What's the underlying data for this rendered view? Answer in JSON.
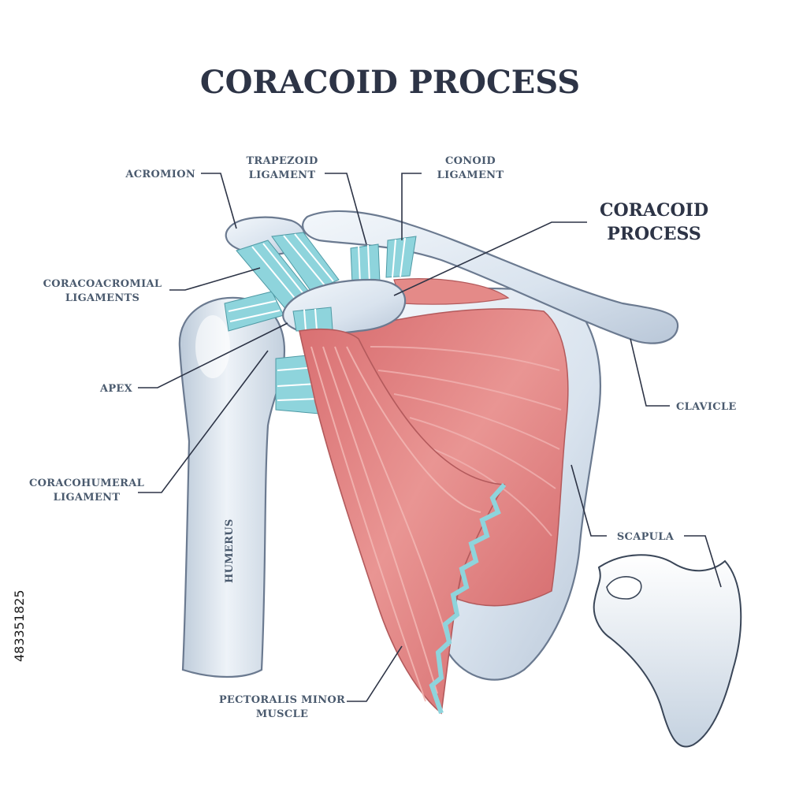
{
  "title": "CORACOID PROCESS",
  "labels": {
    "acromion": "ACROMION",
    "trapezoid_1": "TRAPEZOID",
    "trapezoid_2": "LIGAMENT",
    "conoid_1": "CONOID",
    "conoid_2": "LIGAMENT",
    "coracoid_1": "CORACOID",
    "coracoid_2": "PROCESS",
    "coracoacromial_1": "CORACOACROMIAL",
    "coracoacromial_2": "LIGAMENTS",
    "apex": "APEX",
    "coracohumeral_1": "CORACOHUMERAL",
    "coracohumeral_2": "LIGAMENT",
    "clavicle": "CLAVICLE",
    "scapula": "SCAPULA",
    "humerus": "HUMERUS",
    "pectoralis_1": "PECTORALIS MINOR",
    "pectoralis_2": "MUSCLE"
  },
  "stock_id": "483351825",
  "colors": {
    "bone_fill": "#dde6f0",
    "bone_stroke": "#6b7a90",
    "ligament": "#8ed4dc",
    "muscle": "#e48a88",
    "muscle_dark": "#cf6c6e",
    "title": "#2d3446",
    "label": "#4a5a6e"
  }
}
